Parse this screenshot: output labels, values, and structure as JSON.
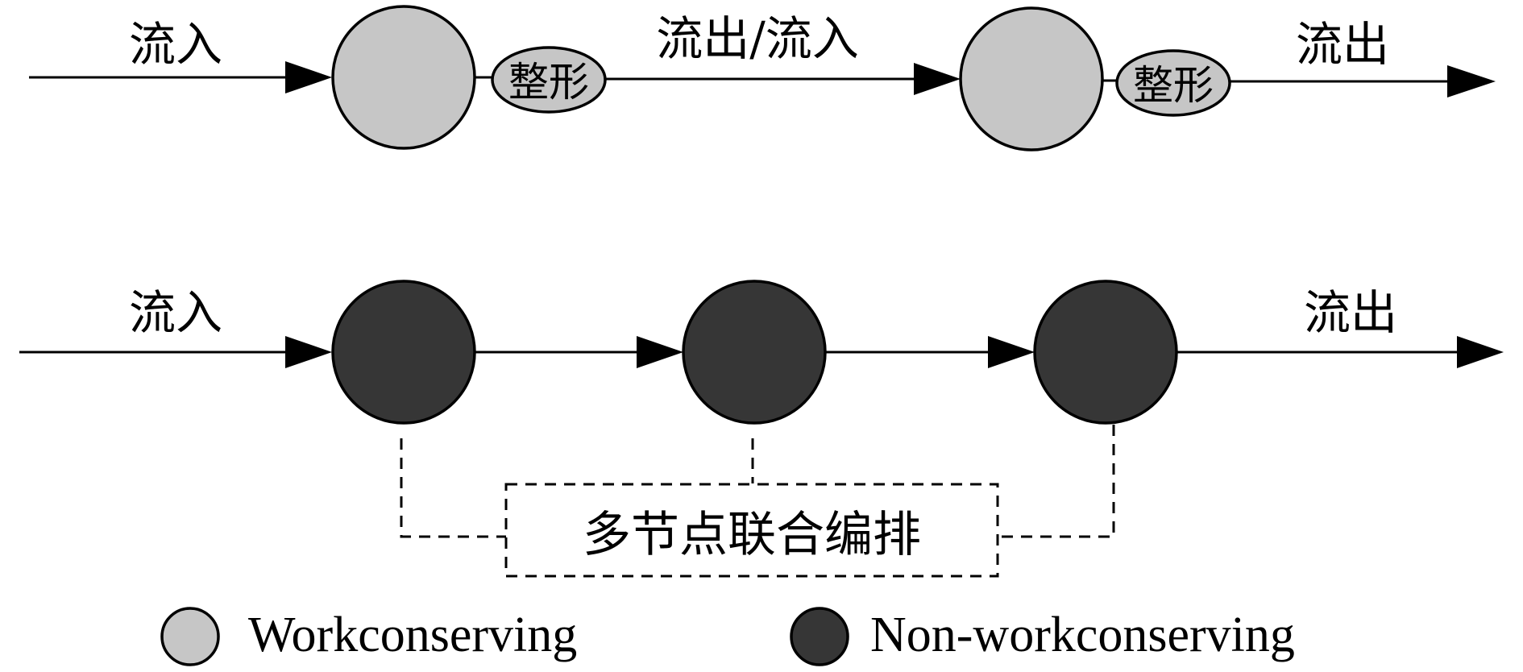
{
  "colors": {
    "workconserving": "#c6c6c6",
    "non_workconserving": "#363636",
    "stroke": "#000000",
    "background": "#ffffff"
  },
  "top_row": {
    "inflow_label": "流入",
    "shaper1_label": "整形",
    "middle_label": "流出/流入",
    "shaper2_label": "整形",
    "outflow_label": "流出"
  },
  "bottom_row": {
    "inflow_label": "流入",
    "outflow_label": "流出",
    "joint_orchestration_label": "多节点联合编排"
  },
  "legend": {
    "workconserving_label": "Workconserving",
    "non_workconserving_label": "Non-workconserving"
  }
}
